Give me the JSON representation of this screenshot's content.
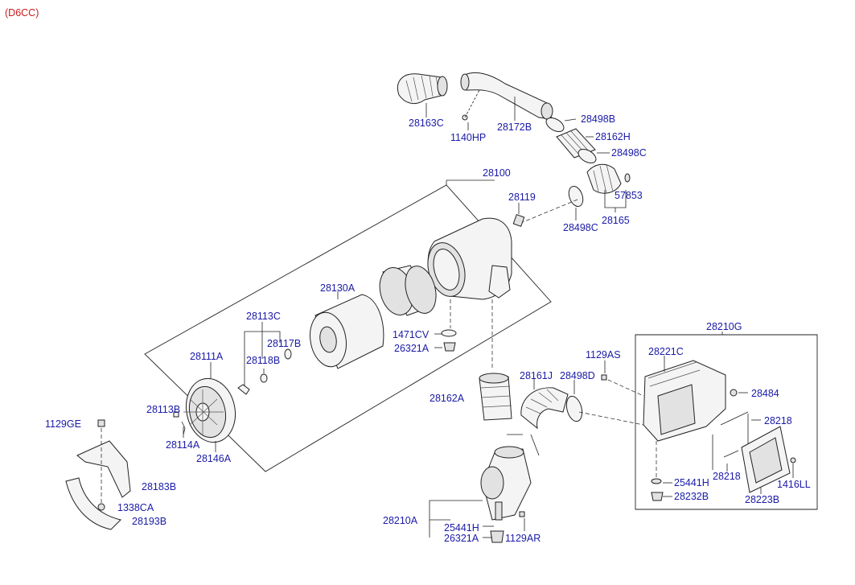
{
  "diagram": {
    "title": "(D6CC)",
    "labels": {
      "p28163C": "28163C",
      "p1140HP": "1140HP",
      "p28172B": "28172B",
      "p28498B": "28498B",
      "p28162H": "28162H",
      "p28498C_a": "28498C",
      "p57853": "57853",
      "p28165": "28165",
      "p28498C_b": "28498C",
      "p28100": "28100",
      "p28119": "28119",
      "p28130A": "28130A",
      "p28113C": "28113C",
      "p28117B": "28117B",
      "p28118B": "28118B",
      "p28111A": "28111A",
      "p28113B": "28113B",
      "p28114A": "28114A",
      "p28146A": "28146A",
      "p1471CV": "1471CV",
      "p26321A_a": "26321A",
      "p1129GE": "1129GE",
      "p28183B": "28183B",
      "p1338CA": "1338CA",
      "p28193B": "28193B",
      "p28162A": "28162A",
      "p28161J": "28161J",
      "p28498D": "28498D",
      "p1129AS": "1129AS",
      "p28210G": "28210G",
      "p28221C": "28221C",
      "p28484": "28484",
      "p28218_a": "28218",
      "p28218_b": "28218",
      "p25441H_a": "25441H",
      "p28232B": "28232B",
      "p28223B": "28223B",
      "p1416LL": "1416LL",
      "p28210A": "28210A",
      "p25441H_b": "25441H",
      "p26321A_b": "26321A",
      "p1129AR": "1129AR"
    }
  }
}
